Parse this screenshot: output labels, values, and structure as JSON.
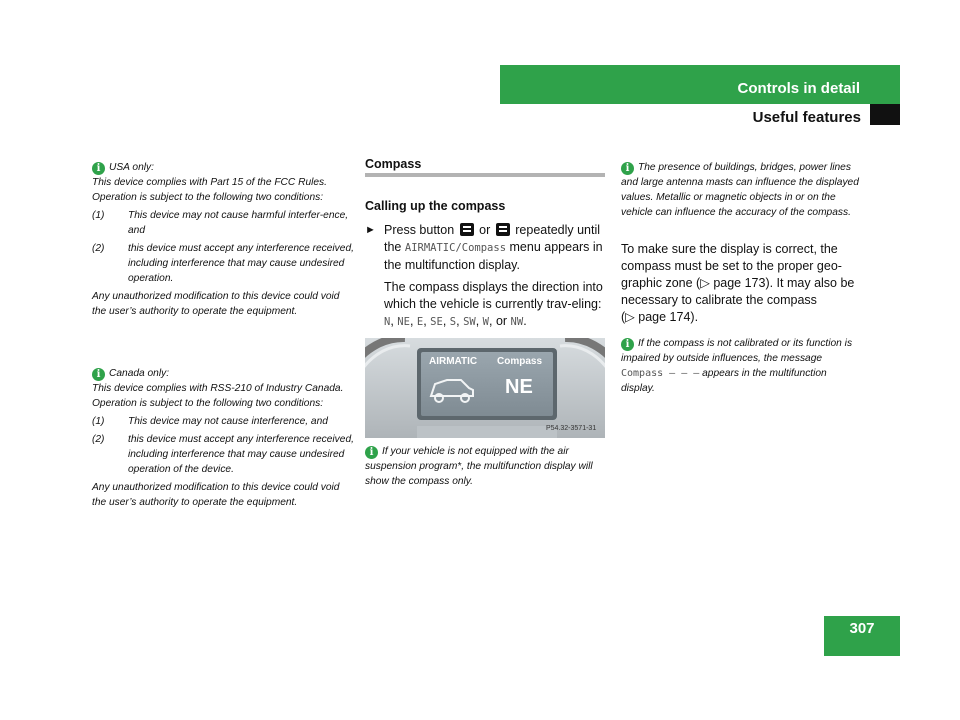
{
  "header": {
    "title": "Controls in detail",
    "subtitle": "Useful features"
  },
  "page_number": "307",
  "col1": {
    "usa": {
      "title": "USA only:",
      "p1": "This device complies with Part 15 of the FCC Rules. Operation is subject to the following two conditions:",
      "items": [
        {
          "num": "(1)",
          "text": "This device may not cause harmful interfer-ence, and"
        },
        {
          "num": "(2)",
          "text": "this device must accept any interference received, including interference that may cause undesired operation."
        }
      ],
      "p2": "Any unauthorized modification to this device could void the user’s authority to operate the equipment."
    },
    "canada": {
      "title": "Canada only:",
      "p1": "This device complies with RSS-210 of Industry Canada. Operation is subject to the following two conditions:",
      "items": [
        {
          "num": "(1)",
          "text": "This device may not cause interference, and"
        },
        {
          "num": "(2)",
          "text": "this device must accept any interference received, including interference that may cause undesired operation of the device."
        }
      ],
      "p2": "Any unauthorized modification to this device could void the user’s authority to operate the equipment."
    }
  },
  "col2": {
    "title": "Compass",
    "subtitle": "Calling up the compass",
    "step_pre": "Press button",
    "step_or": "or",
    "step_post": "repeatedly until the",
    "menu": "AIRMATIC/Compass",
    "step_end": "menu appears in the multifunction display.",
    "desc": "The compass displays the direction into which the vehicle is currently trav-eling:",
    "dirs": [
      "N",
      "NE",
      "E",
      "SE",
      "S",
      "SW",
      "W",
      "NW"
    ],
    "photo": {
      "label1": "AIRMATIC",
      "label2": "Compass",
      "direction": "NE",
      "code": "P54.32-3571-31"
    },
    "note": "If your vehicle is not equipped with the air suspension program*, the multifunction display will show the compass only."
  },
  "col3": {
    "note1": "The presence of buildings, bridges, power lines and large antenna masts can influence the displayed values. Metallic or magnetic objects in or on the vehicle can influence the accuracy of the compass.",
    "body_a": "To make sure the display is correct, the compass must be set to the proper geo-graphic zone (",
    "page_a": "page 173",
    "body_b": "). It may also be necessary to calibrate the compass (",
    "page_b": "page 174",
    "body_c": ").",
    "note2_a": "If the compass is not calibrated or its function is impaired by outside influences, the message",
    "note2_msg": "Compass – – –",
    "note2_b": "appears in the multifunction display."
  },
  "colors": {
    "accent": "#2fa24a",
    "rule": "#b3b3b3",
    "display": "#8e9aa4"
  }
}
